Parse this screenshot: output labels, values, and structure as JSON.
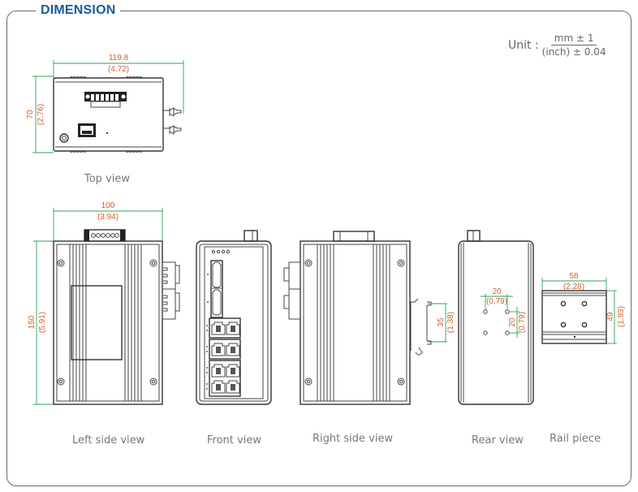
{
  "header": {
    "title": "DIMENSION"
  },
  "unit": {
    "label": "Unit :",
    "numerator": "mm ± 1",
    "denominator": "(inch) ± 0.04"
  },
  "views": {
    "top": {
      "caption": "Top view",
      "width_mm": "119.8",
      "width_in": "(4.72)",
      "height_mm": "70",
      "height_in": "(2.76)"
    },
    "left": {
      "caption": "Left side view",
      "width_mm": "100",
      "width_in": "(3.94)",
      "height_mm": "150",
      "height_in": "(5.91)"
    },
    "front": {
      "caption": "Front view"
    },
    "right": {
      "caption": "Right side view",
      "rail_mm": "35",
      "rail_in": "(1.38)"
    },
    "rear": {
      "caption": "Rear view",
      "hole_h_mm": "20",
      "hole_h_in": "(0.79)",
      "hole_v_mm": "20",
      "hole_v_in": "(0.79)"
    },
    "rail": {
      "caption": "Rail piece",
      "width_mm": "58",
      "width_in": "(2.28)",
      "height_mm": "49",
      "height_in": "(1.93)"
    }
  },
  "colors": {
    "title": "#1a5a9a",
    "dimension_text": "#d2602a",
    "dimension_line": "#2aa35a",
    "outline": "#444444"
  }
}
